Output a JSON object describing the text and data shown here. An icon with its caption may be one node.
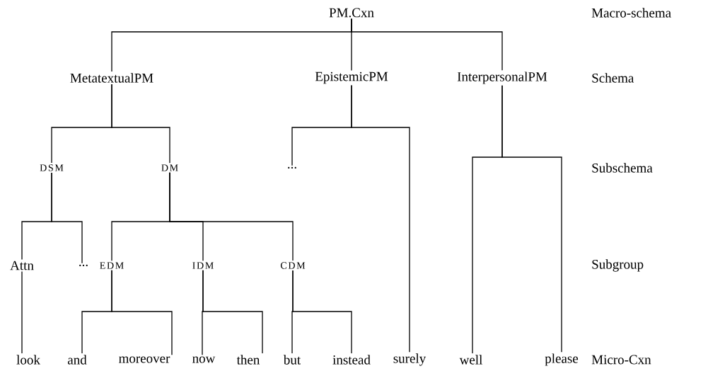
{
  "diagram": {
    "nodes": [
      {
        "text": [
          "PM.Cxn"
        ]
      },
      {
        "text": [
          "MetatextualPM"
        ]
      },
      {
        "text": [
          "EpistemicPM"
        ]
      },
      {
        "text": [
          "InterpersonalPM"
        ]
      },
      {
        "text": [
          "DSM"
        ]
      },
      {
        "text": [
          "DM"
        ]
      },
      {
        "text": [
          "..."
        ]
      },
      {
        "text": [
          "Attn"
        ]
      },
      {
        "text": [
          "..."
        ]
      },
      {
        "text": [
          "EDM"
        ]
      },
      {
        "text": [
          "IDM"
        ]
      },
      {
        "text": [
          "CDM"
        ]
      },
      {
        "text": [
          "look"
        ]
      },
      {
        "text": [
          "and"
        ]
      },
      {
        "text": [
          "moreover"
        ]
      },
      {
        "text": [
          "now"
        ]
      },
      {
        "text": [
          "then"
        ]
      },
      {
        "text": [
          "but"
        ]
      },
      {
        "text": [
          "instead"
        ]
      },
      {
        "text": [
          "surely"
        ]
      },
      {
        "text": [
          "well"
        ]
      },
      {
        "text": [
          "please"
        ]
      }
    ],
    "edges": [
      {
        "from": 0,
        "to": 1,
        "arrow": "none"
      },
      {
        "from": 0,
        "to": 2,
        "arrow": "none"
      },
      {
        "from": 0,
        "to": 3,
        "arrow": "none"
      },
      {
        "from": 1,
        "to": 4,
        "arrow": "none"
      },
      {
        "from": 1,
        "to": 5,
        "arrow": "none"
      },
      {
        "from": 2,
        "to": 6,
        "arrow": "none"
      },
      {
        "from": 2,
        "to": 19,
        "arrow": "none"
      },
      {
        "from": 3,
        "to": 20,
        "arrow": "none"
      },
      {
        "from": 3,
        "to": 21,
        "arrow": "none"
      },
      {
        "from": 4,
        "to": 7,
        "arrow": "none"
      },
      {
        "from": 4,
        "to": 8,
        "arrow": "none"
      },
      {
        "from": 5,
        "to": 9,
        "arrow": "none"
      },
      {
        "from": 5,
        "to": 10,
        "arrow": "none"
      },
      {
        "from": 5,
        "to": 11,
        "arrow": "none"
      },
      {
        "from": 7,
        "to": 12,
        "arrow": "none"
      },
      {
        "from": 9,
        "to": 13,
        "arrow": "none"
      },
      {
        "from": 9,
        "to": 14,
        "arrow": "none"
      },
      {
        "from": 10,
        "to": 15,
        "arrow": "none"
      },
      {
        "from": 10,
        "to": 16,
        "arrow": "none"
      },
      {
        "from": 11,
        "to": 17,
        "arrow": "none"
      },
      {
        "from": 11,
        "to": 18,
        "arrow": "none"
      }
    ],
    "labels": [
      "Macro-schema",
      "Schema",
      "Subschema",
      "Subgroup",
      "Micro-Cxn"
    ]
  }
}
